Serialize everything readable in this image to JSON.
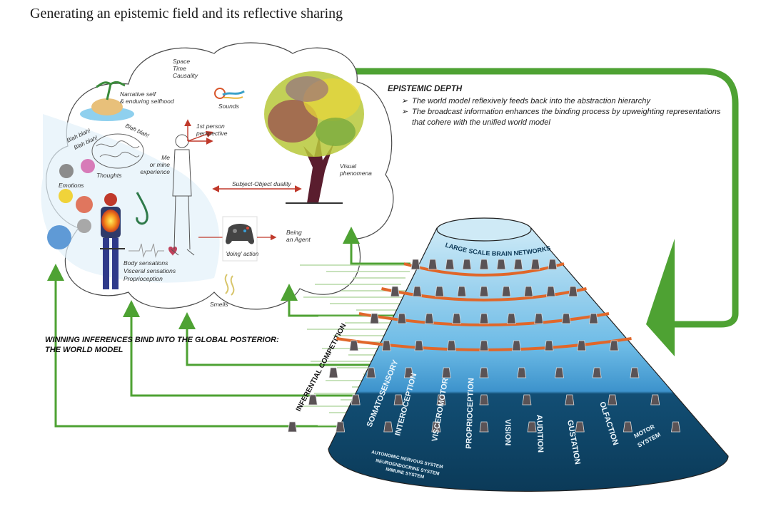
{
  "title": "Generating an epistemic field and its reflective sharing",
  "epistemic_depth": {
    "heading": "EPISTEMIC DEPTH",
    "bullet_glyph": "➢",
    "bullets": [
      "The world model reflexively  feeds back into the abstraction hierarchy",
      "The broadcast information enhances the binding process by upweighting representations that cohere with the unified world model"
    ]
  },
  "cloud_labels": {
    "space_time": [
      "Space",
      "Time",
      "Causality"
    ],
    "sounds": "Sounds",
    "narrative_self": [
      "Narrative self",
      "& enduring selfhood"
    ],
    "blah": [
      "Blah blah!",
      "Blah blah!",
      "Blah blah!"
    ],
    "thoughts": "Thoughts",
    "emotions": "Emotions",
    "first_person": [
      "1st person",
      "perspective"
    ],
    "me_mine": [
      "Me",
      "or mine",
      "experience"
    ],
    "subject_object": "Subject-Object duality",
    "visual": [
      "Visual",
      "phenomena"
    ],
    "doing_action": "'doing' action",
    "being_agent": [
      "Being",
      "an Agent"
    ],
    "body": [
      "Body sensations",
      "Visceral sensations",
      "Proprioception"
    ],
    "smells": "Smells"
  },
  "winning_inferences": [
    "WINNING INFERENCES  BIND INTO THE GLOBAL POSTERIOR:",
    "THE WORLD MODEL"
  ],
  "inferential_competition": "INFERENTIAL COMPETITION",
  "cone": {
    "top_label": "LARGE SCALE BRAIN NETWORKS",
    "modalities": [
      "SOMATOSENSORY",
      "INTEROCEPTION",
      "VISCEROMOTOR",
      "PROPRIOCEPTION",
      "VISION",
      "AUDITION",
      "GUSTATION",
      "OLFACTION"
    ],
    "motor": [
      "MOTOR",
      "SYSTEM"
    ],
    "body_systems": [
      "AUTONOMIC NERVOUS SYSTEM",
      "NEUROENDOCRINE SYSTEM",
      "IMMUNE SYSTEM"
    ]
  },
  "colors": {
    "green": "#4ea233",
    "cone_light": "#a9d8ef",
    "cone_mid": "#4da3d8",
    "cone_dark": "#0e4466",
    "orange": "#e0672a",
    "red_arrow": "#c0392b"
  }
}
